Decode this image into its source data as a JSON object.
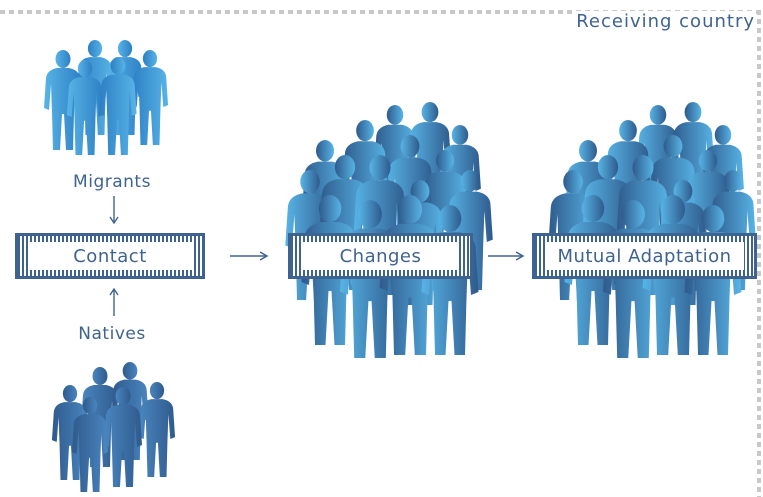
{
  "region": {
    "title": "Receiving country"
  },
  "labels": {
    "migrants": "Migrants",
    "natives": "Natives"
  },
  "stages": [
    {
      "label": "Contact"
    },
    {
      "label": "Changes"
    },
    {
      "label": "Mutual Adaptation"
    }
  ],
  "colors": {
    "text": "#3f6390",
    "migrant_light": "#58b4e6",
    "migrant_dark": "#2d7fc4",
    "native_dark": "#2f5a8c",
    "native_light": "#4a86c0",
    "border": "#c8c8c8"
  }
}
